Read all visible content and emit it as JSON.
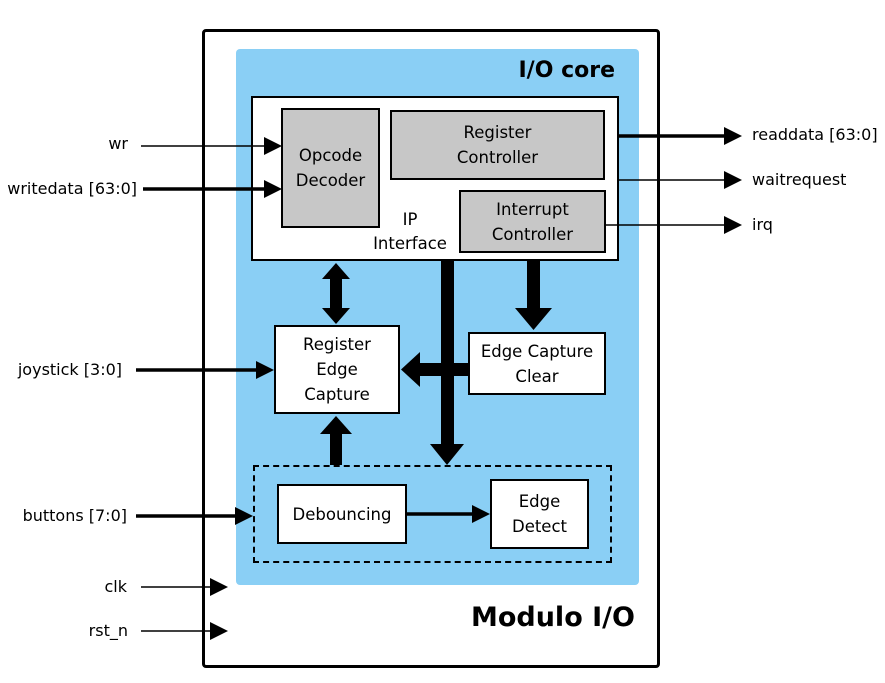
{
  "module": {
    "title": "Modulo I/O"
  },
  "core": {
    "title": "I/O core"
  },
  "blocks": {
    "ip_interface": "IP\nInterface",
    "opcode_decoder": "Opcode\nDecoder",
    "register_controller": "Register\nController",
    "interrupt_controller": "Interrupt\nController",
    "register_edge_capture": "Register\nEdge\nCapture",
    "edge_capture_clear": "Edge Capture\nClear",
    "debouncing": "Debouncing",
    "edge_detect": "Edge\nDetect"
  },
  "inputs": {
    "wr": "wr",
    "writedata": "writedata [63:0]",
    "joystick": "joystick [3:0]",
    "buttons": "buttons [7:0]",
    "clk": "clk",
    "rst_n": "rst_n"
  },
  "outputs": {
    "readdata": "readdata [63:0]",
    "waitrequest": "waitrequest",
    "irq": "irq"
  },
  "colors": {
    "core_fill": "#8acff5",
    "block_grey": "#c7c7c7",
    "block_white": "#ffffff",
    "line": "#000000"
  }
}
